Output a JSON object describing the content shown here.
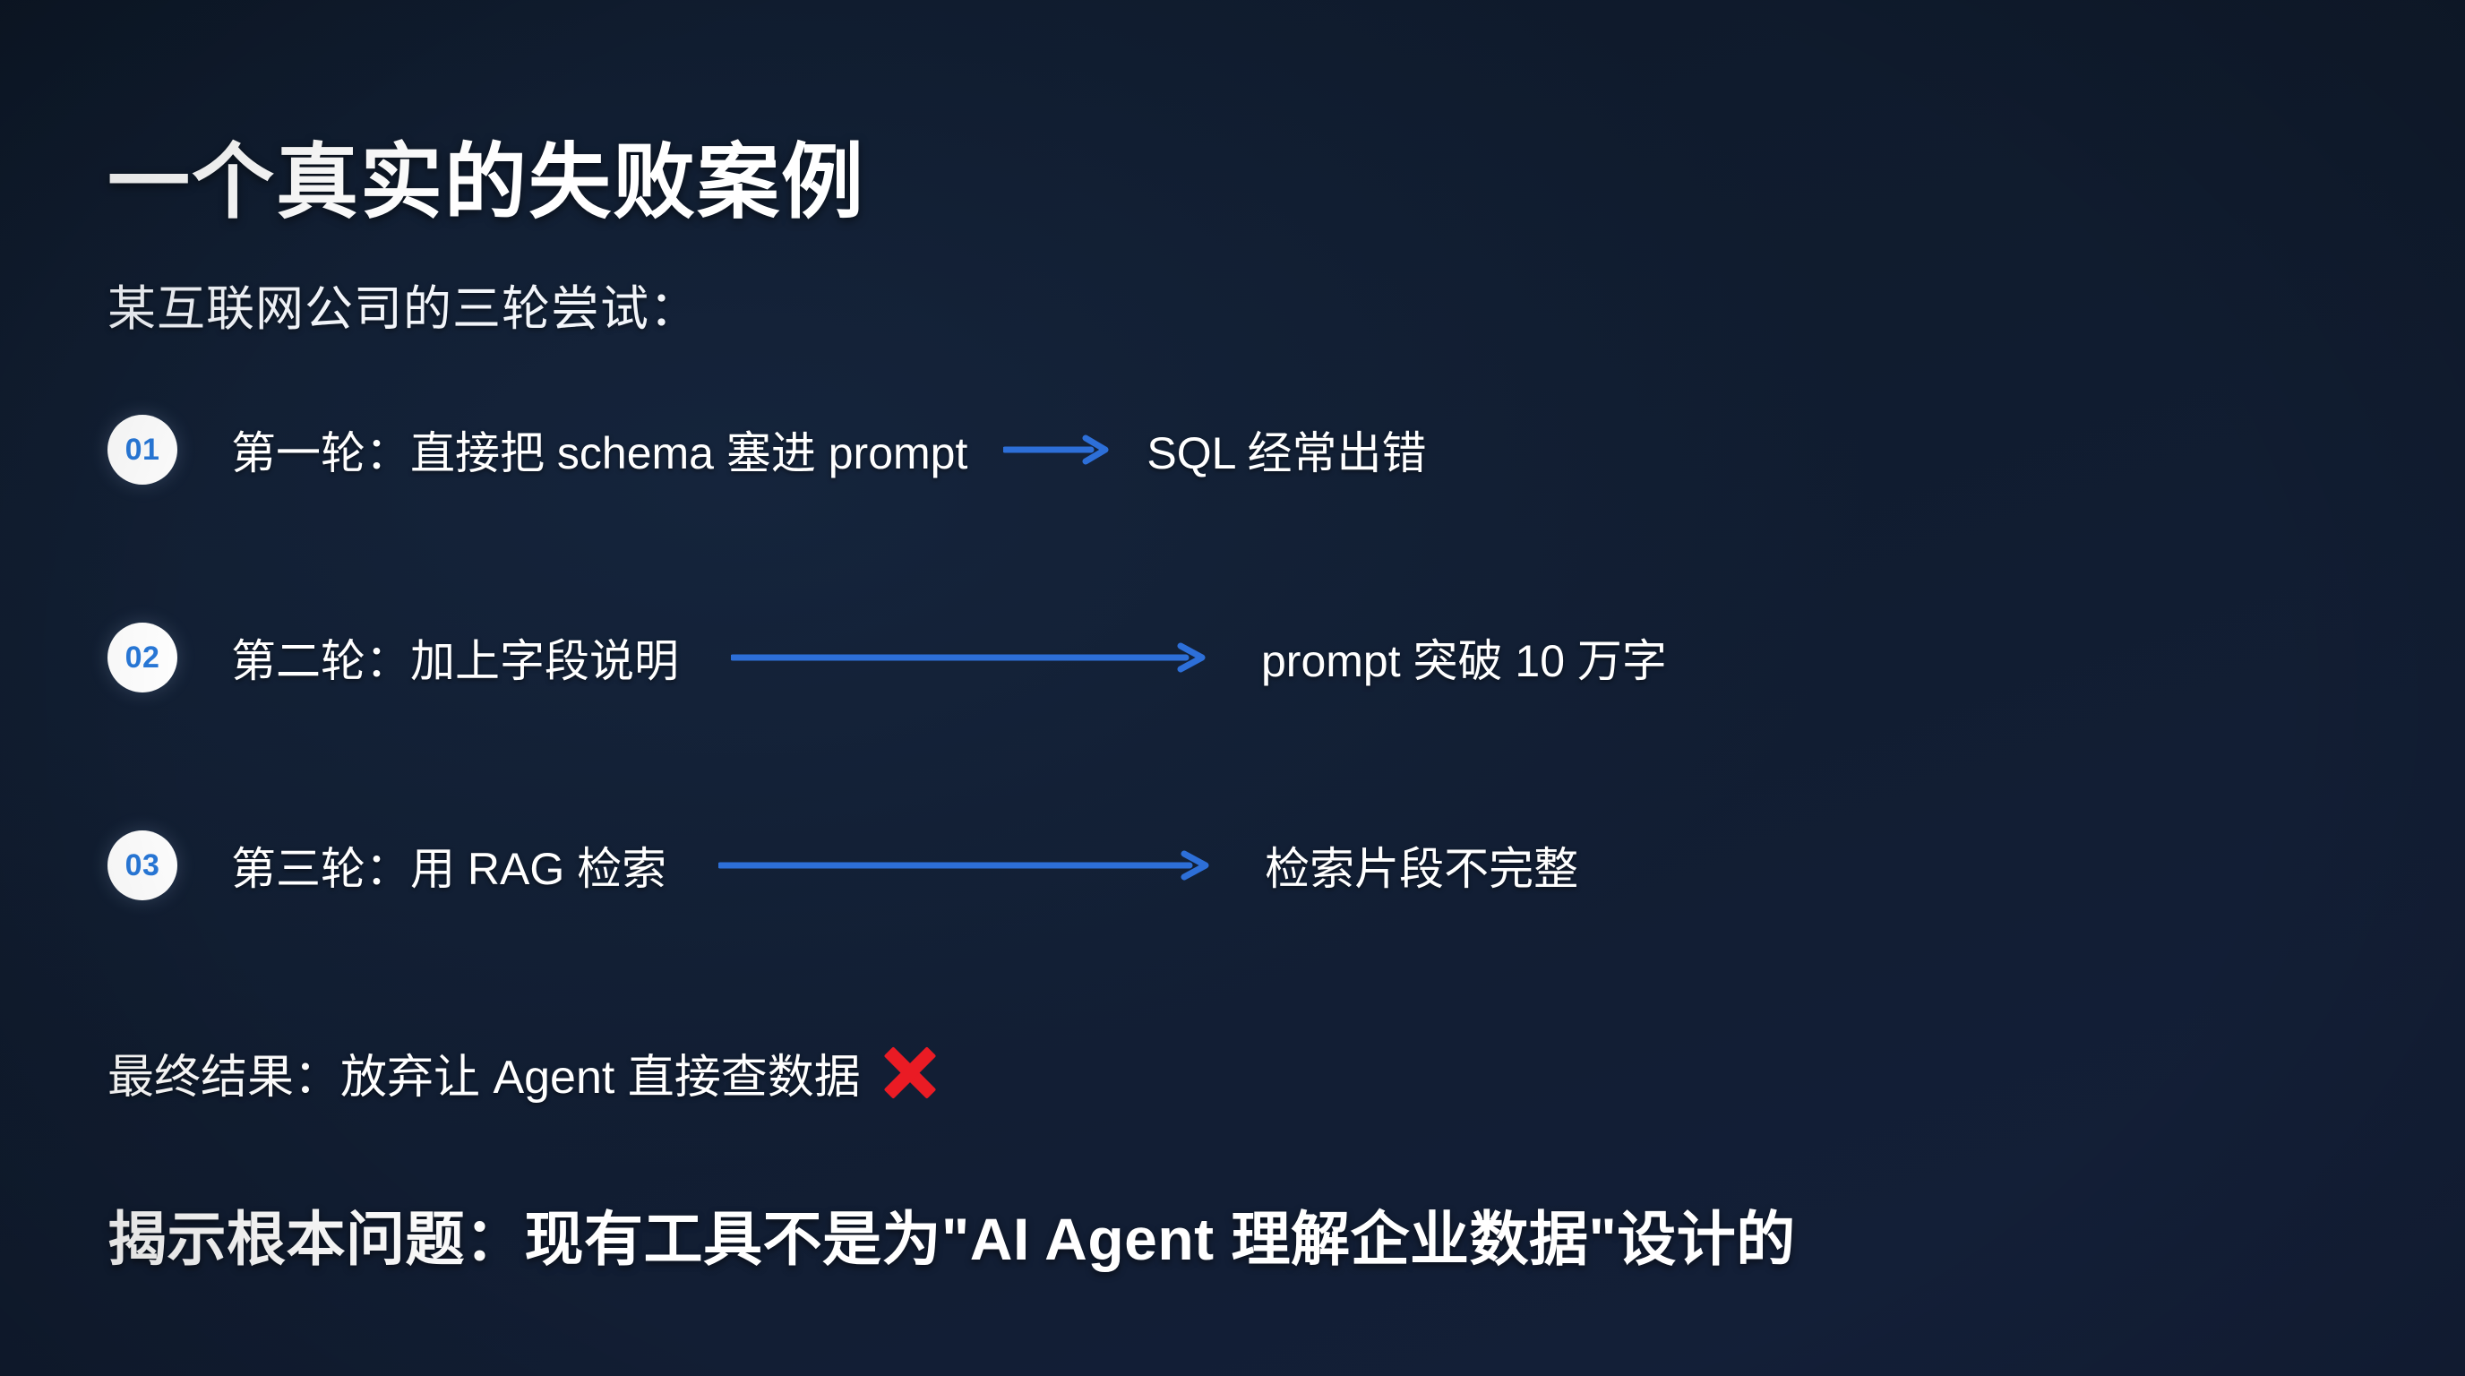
{
  "slide": {
    "title": "一个真实的失败案例",
    "subtitle": "某互联网公司的三轮尝试：",
    "background_color": "#101c2f",
    "accent_color": "#2878d8",
    "arrow_color": "#2d6fd8",
    "error_color": "#ea1b24",
    "text_color": "#ffffff"
  },
  "steps": [
    {
      "number": "01",
      "label": "第一轮：直接把 schema 塞进 prompt",
      "arrow": "arrow-right",
      "arrow_length": 118,
      "result": "SQL 经常出错"
    },
    {
      "number": "02",
      "label": "第二轮：加上字段说明",
      "arrow": "arrow-right",
      "arrow_length": 530,
      "result": "prompt 突破 10 万字"
    },
    {
      "number": "03",
      "label": "第三轮：用 RAG 检索",
      "arrow": "arrow-right",
      "arrow_length": 548,
      "result": "检索片段不完整"
    }
  ],
  "final_result": {
    "text": "最终结果：放弃让 Agent 直接查数据",
    "icon": "red-x-mark"
  },
  "conclusion": {
    "text": "揭示根本问题：现有工具不是为\"AI Agent 理解企业数据\"设计的"
  }
}
